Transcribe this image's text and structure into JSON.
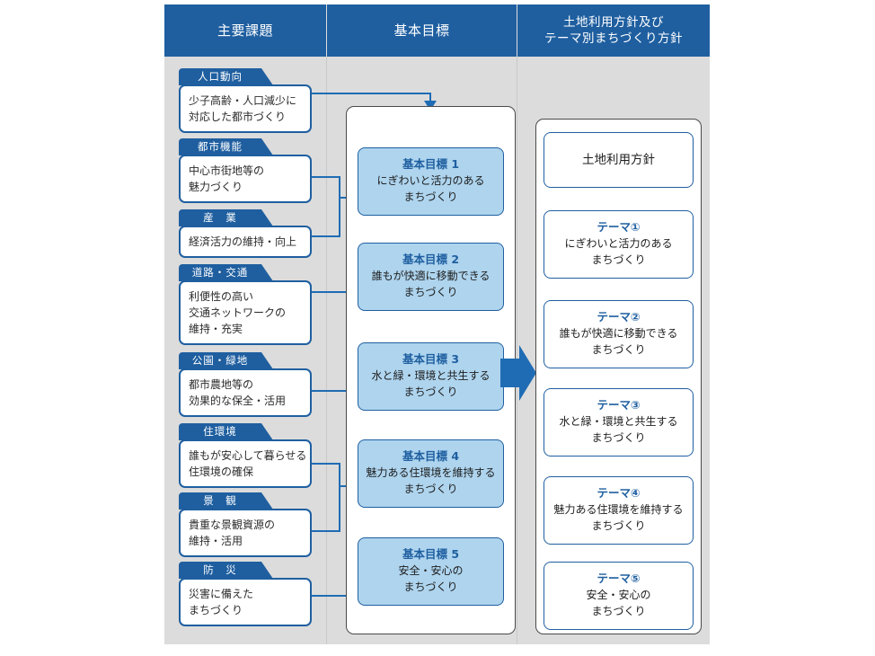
{
  "headers": [
    {
      "label": "主要課題"
    },
    {
      "label": "基本目標"
    },
    {
      "label_line1": "土地利用方針及び",
      "label_line2": "テーマ別まちづくり方針"
    }
  ],
  "issues": [
    {
      "tab": "人口動向",
      "lines": [
        "少子高齢・人口減少に",
        "対応した都市づくり"
      ]
    },
    {
      "tab": "都市機能",
      "lines": [
        "中心市街地等の",
        "魅力づくり"
      ]
    },
    {
      "tab": "産　業",
      "lines": [
        "経済活力の維持・向上"
      ]
    },
    {
      "tab": "道路・交通",
      "lines": [
        "利便性の高い",
        "交通ネットワークの",
        "維持・充実"
      ]
    },
    {
      "tab": "公園・緑地",
      "lines": [
        "都市農地等の",
        "効果的な保全・活用"
      ]
    },
    {
      "tab": "住環境",
      "lines": [
        "誰もが安心して暮らせる",
        "住環境の確保"
      ]
    },
    {
      "tab": "景　観",
      "lines": [
        "貴重な景観資源の",
        "維持・活用"
      ]
    },
    {
      "tab": "防　災",
      "lines": [
        "災害に備えた",
        "まちづくり"
      ]
    }
  ],
  "goals": [
    {
      "title": "基本目標 1",
      "lines": [
        "にぎわいと活力のある",
        "まちづくり"
      ]
    },
    {
      "title": "基本目標 2",
      "lines": [
        "誰もが快適に移動できる",
        "まちづくり"
      ]
    },
    {
      "title": "基本目標 3",
      "lines": [
        "水と緑・環境と共生する",
        "まちづくり"
      ]
    },
    {
      "title": "基本目標 4",
      "lines": [
        "魅力ある住環境を維持する",
        "まちづくり"
      ]
    },
    {
      "title": "基本目標 5",
      "lines": [
        "安全・安心の",
        "まちづくり"
      ]
    }
  ],
  "themes": [
    {
      "title": "土地利用方針",
      "lines": []
    },
    {
      "title": "テーマ①",
      "lines": [
        "にぎわいと活力のある",
        "まちづくり"
      ]
    },
    {
      "title": "テーマ②",
      "lines": [
        "誰もが快適に移動できる",
        "まちづくり"
      ]
    },
    {
      "title": "テーマ③",
      "lines": [
        "水と緑・環境と共生する",
        "まちづくり"
      ]
    },
    {
      "title": "テーマ④",
      "lines": [
        "魅力ある住環境を維持する",
        "まちづくり"
      ]
    },
    {
      "title": "テーマ⑤",
      "lines": [
        "安全・安心の",
        "まちづくり"
      ]
    }
  ],
  "colors": {
    "header_blue": "#1f5fa0",
    "connector_blue": "#1f6cb4",
    "goal_fill": "#aed4ee",
    "panel_gray": "#dcdcdc",
    "big_arrow": "#1f6cb4"
  }
}
